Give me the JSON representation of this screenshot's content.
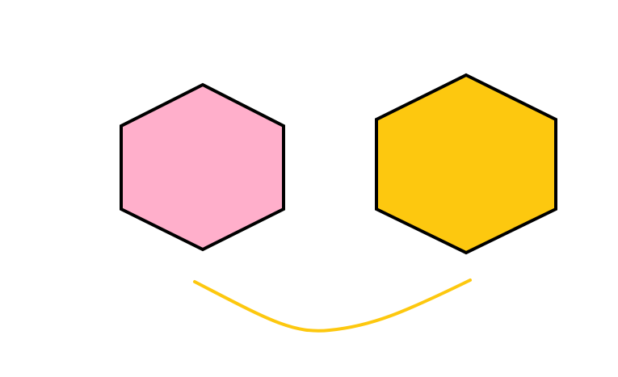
{
  "shapes": {
    "left_hexagon": {
      "kind": "hexagon",
      "fill": "#ffafcb",
      "stroke": "#000000"
    },
    "right_hexagon": {
      "kind": "hexagon",
      "fill": "#fdc80f",
      "stroke": "#000000"
    },
    "smile_curve": {
      "kind": "curve",
      "stroke": "#fdc80f"
    }
  }
}
